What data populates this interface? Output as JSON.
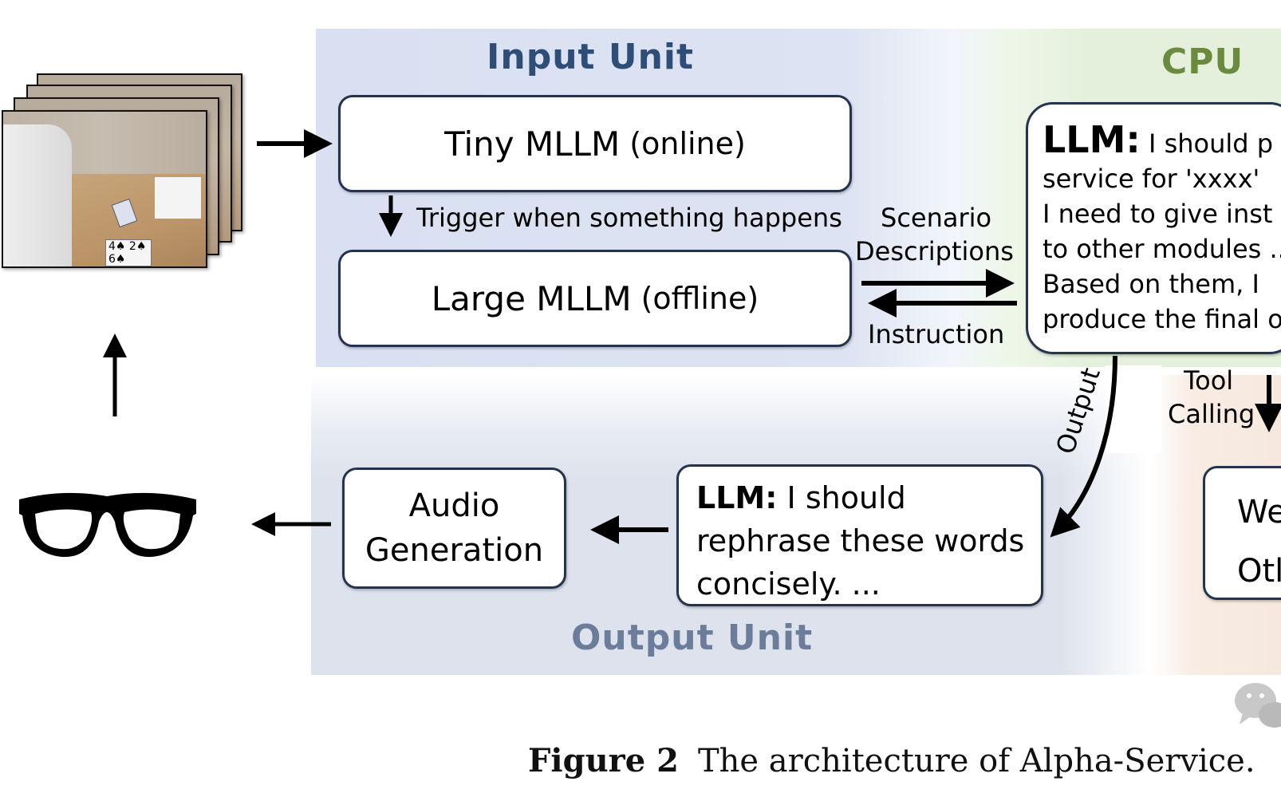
{
  "figure": {
    "caption_label": "Figure 2",
    "caption_text": "The architecture of Alpha-Service."
  },
  "input_unit": {
    "title": "Input Unit",
    "tiny_mllm": {
      "name": "Tiny MLLM",
      "mode": "(online)"
    },
    "trigger_label": "Trigger when something happens",
    "large_mllm": {
      "name": "Large MLLM",
      "mode": "(offline)"
    }
  },
  "cpu": {
    "title": "CPU",
    "llm_prefix": "LLM:",
    "lines": [
      "I should p",
      "service for 'xxxx'",
      "I need to give inst",
      "to other modules ...",
      "Based on them, I",
      "produce the final o"
    ]
  },
  "connections": {
    "scenario_label_1": "Scenario",
    "scenario_label_2": "Descriptions",
    "instruction_label": "Instruction",
    "output_label": "Output",
    "tool_calling_1": "Tool",
    "tool_calling_2": "Calling"
  },
  "output_unit": {
    "title": "Output Unit",
    "audio_box": {
      "line1": "Audio",
      "line2": "Generation"
    },
    "rephrase_box": {
      "llm_prefix": "LLM:",
      "line1_rest": "I should",
      "line2": "rephrase these words",
      "line3": "concisely. ..."
    }
  },
  "tools_box": {
    "line1": "We",
    "line2": "Otl"
  },
  "icons": {
    "video_frames": "video-frames-stack",
    "glasses": "smart-glasses-icon",
    "watermark": "wechat-icon"
  },
  "video_frame": {
    "hand_cards": "4♠ 2♠ 6♠"
  },
  "colors": {
    "input_title": "#2e4e78",
    "cpu_title": "#6a8a3e",
    "output_title": "#6b7d9b",
    "box_border": "#24334f",
    "input_panel": "#d9e0f1",
    "cpu_panel": "#e4f0dc",
    "output_panel": "#dde2ec",
    "tools_panel": "#f6e8de"
  }
}
